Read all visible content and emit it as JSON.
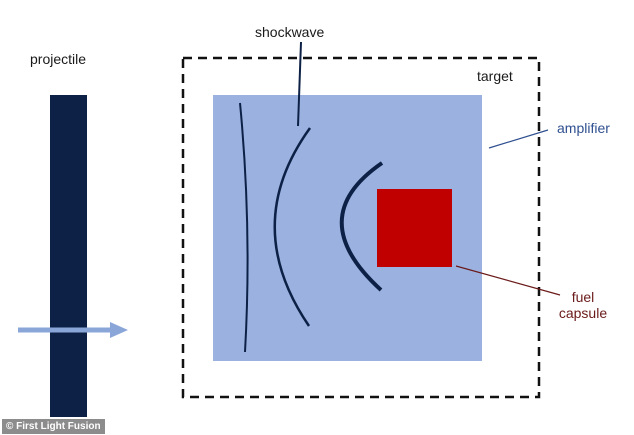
{
  "labels": {
    "projectile": "projectile",
    "shockwave": "shockwave",
    "target": "target",
    "amplifier": "amplifier",
    "fuel_line1": "fuel",
    "fuel_line2": "capsule"
  },
  "credit": "© First Light Fusion",
  "colors": {
    "projectile": "#0d2147",
    "amplifier": "#9bb2e0",
    "fuel_capsule": "#c00000",
    "shockwave": "#0d2147",
    "arrow": "#8aa6d8",
    "target_border": "#111111",
    "amplifier_leader": "#2f4f8f",
    "fuel_leader": "#6b1a1a"
  }
}
